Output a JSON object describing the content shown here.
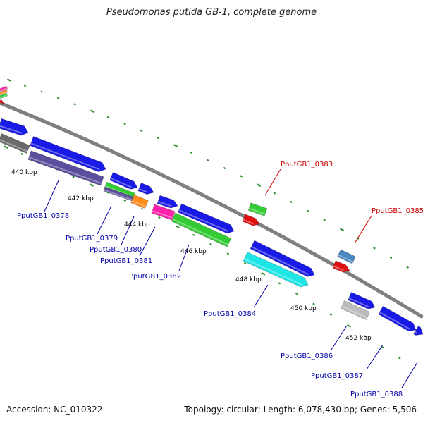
{
  "title": "Pseudomonas putida GB-1, complete genome",
  "footer": {
    "accession": "Accession: NC_010322",
    "summary": "Topology: circular; Length: 6,078,430 bp; Genes: 5,506"
  },
  "colors": {
    "blue": "#1a1ae6",
    "red": "#e01010",
    "green": "#33cc33",
    "purple": "#5b4e9c",
    "cyan": "#1ee6e6",
    "gray": "#bcbcbc",
    "darkgray": "#6a6a6a",
    "orange": "#ff8c1a",
    "magenta": "#ff22aa",
    "steel": "#4a86c0",
    "backbone": "#808080",
    "tick": "#2a8a2a",
    "label_blue": "#0000aa",
    "label_red": "#cc0000"
  },
  "scale": {
    "ticks": [
      {
        "label": "440 kbp"
      },
      {
        "label": "442 kbp"
      },
      {
        "label": "444 kbp"
      },
      {
        "label": "446 kbp"
      },
      {
        "label": "448 kbp"
      },
      {
        "label": "450 kbp"
      },
      {
        "label": "452 kbp"
      }
    ]
  },
  "genes": [
    {
      "label": "PputGB1_0378",
      "color_key": "label_blue"
    },
    {
      "label": "PputGB1_0379",
      "color_key": "label_blue"
    },
    {
      "label": "PputGB1_0380",
      "color_key": "label_blue"
    },
    {
      "label": "PputGB1_0381",
      "color_key": "label_blue"
    },
    {
      "label": "PputGB1_0382",
      "color_key": "label_blue"
    },
    {
      "label": "PputGB1_0383",
      "color_key": "label_red"
    },
    {
      "label": "PputGB1_0384",
      "color_key": "label_blue"
    },
    {
      "label": "PputGB1_0385",
      "color_key": "label_red"
    },
    {
      "label": "PputGB1_0386",
      "color_key": "label_blue"
    },
    {
      "label": "PputGB1_0387",
      "color_key": "label_blue"
    },
    {
      "label": "PputGB1_0388",
      "color_key": "label_blue"
    }
  ]
}
